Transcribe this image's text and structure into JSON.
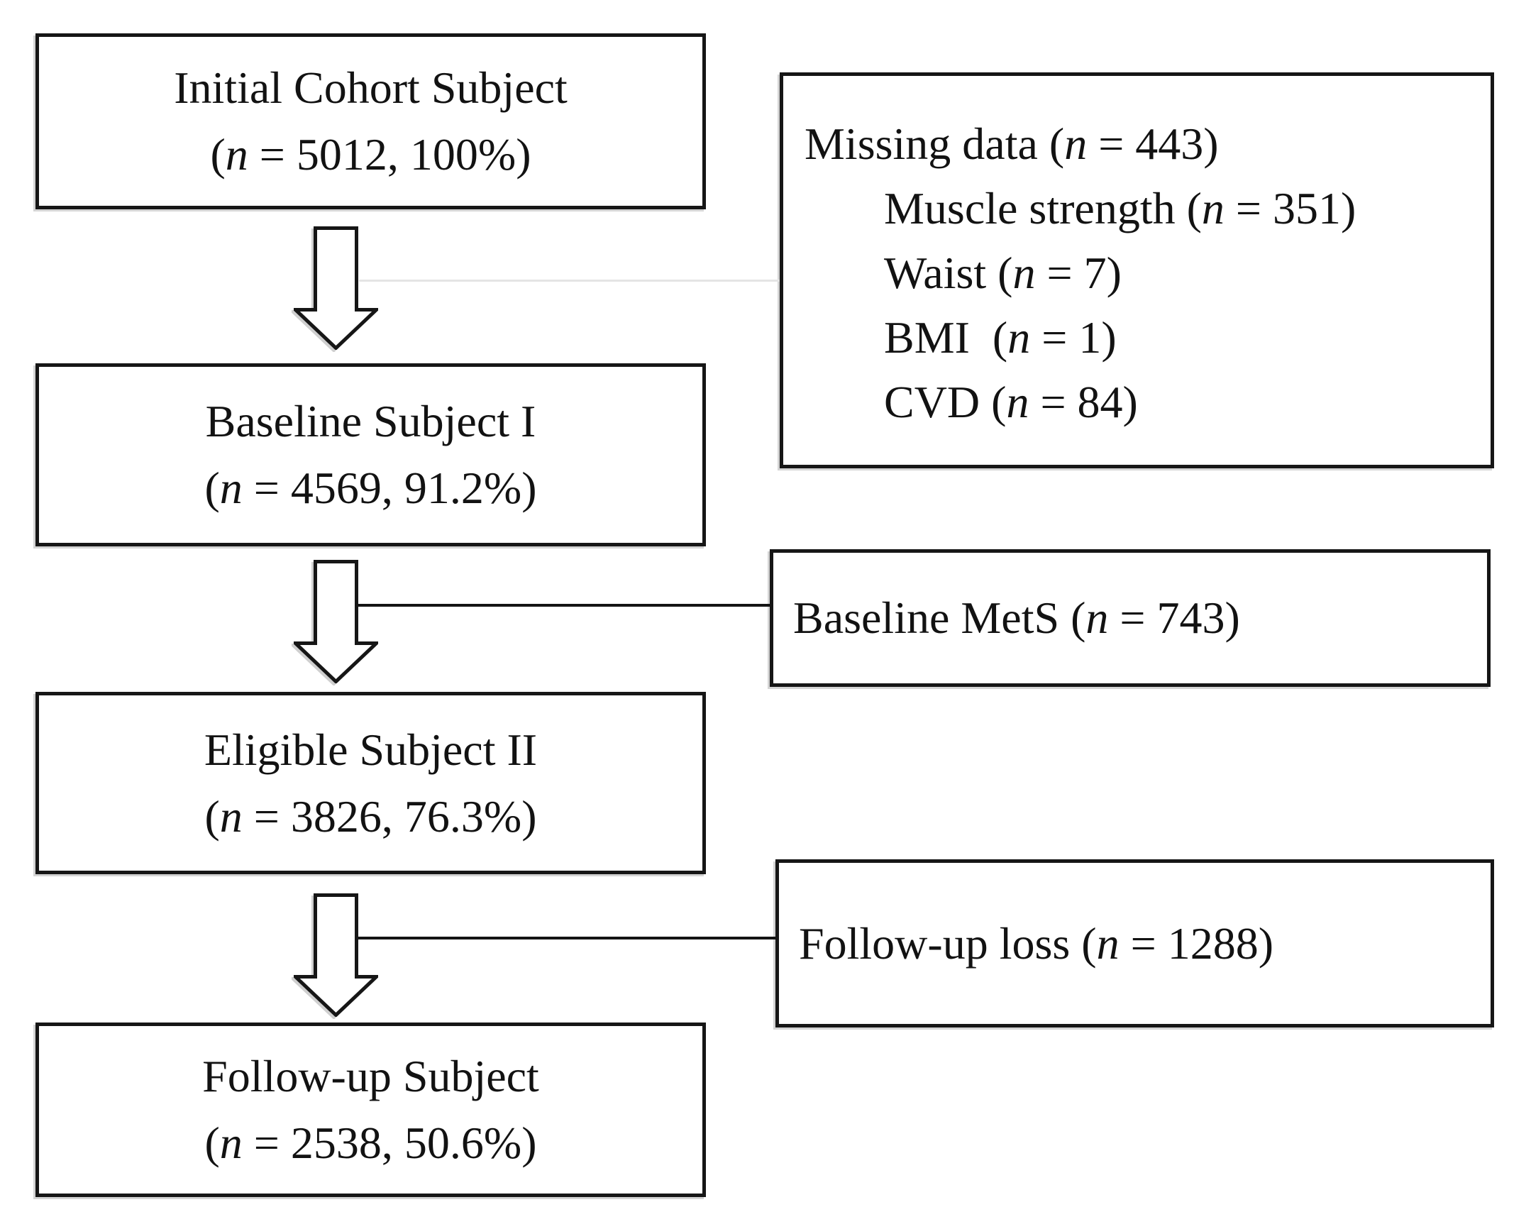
{
  "diagram": {
    "type": "flowchart",
    "description": "Study cohort selection flow diagram with exclusion boxes"
  },
  "colors": {
    "ink": "#141414",
    "background": "#ffffff",
    "faint_connector": "#e4e4e4",
    "shadow": "#d4d4d4"
  },
  "flow_boxes": [
    {
      "title": "Initial Cohort Subject",
      "stat": {
        "before": "(",
        "var": "n",
        "after": " = 5012, 100%)"
      }
    },
    {
      "title": "Baseline Subject I",
      "stat": {
        "before": "(",
        "var": "n",
        "after": " = 4569, 91.2%)"
      }
    },
    {
      "title": "Eligible Subject II",
      "stat": {
        "before": "(",
        "var": "n",
        "after": " = 3826, 76.3%)"
      }
    },
    {
      "title": "Follow-up Subject",
      "stat": {
        "before": "(",
        "var": "n",
        "after": " = 2538, 50.6%)"
      }
    }
  ],
  "side_boxes": {
    "missing_data": {
      "lines": [
        {
          "before": "Missing data (",
          "var": "n",
          "after": " = 443)"
        },
        {
          "before": "Muscle strength (",
          "var": "n",
          "after": " = 351)"
        },
        {
          "before": "Waist (",
          "var": "n",
          "after": " = 7)"
        },
        {
          "before": "BMI  (",
          "var": "n",
          "after": " = 1)"
        },
        {
          "before": "CVD (",
          "var": "n",
          "after": " = 84)"
        }
      ]
    },
    "baseline_mets": {
      "line": {
        "before": "Baseline MetS (",
        "var": "n",
        "after": " = 743)"
      }
    },
    "followup_loss": {
      "line": {
        "before": "Follow-up loss (",
        "var": "n",
        "after": " = 1288)"
      }
    }
  }
}
